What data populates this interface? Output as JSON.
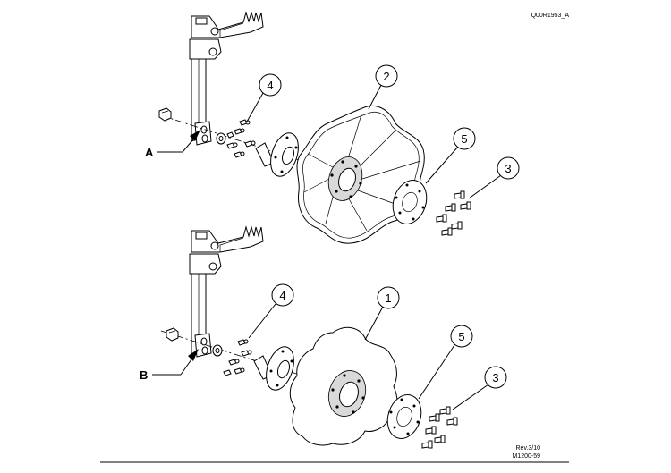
{
  "drawing_id": "Q00R1953_A",
  "revision": "Rev.3/10",
  "part_number": "M1200-59",
  "views": [
    {
      "label": "A",
      "callouts": [
        "4",
        "2",
        "5",
        "3"
      ]
    },
    {
      "label": "B",
      "callouts": [
        "4",
        "1",
        "5",
        "3"
      ]
    }
  ]
}
